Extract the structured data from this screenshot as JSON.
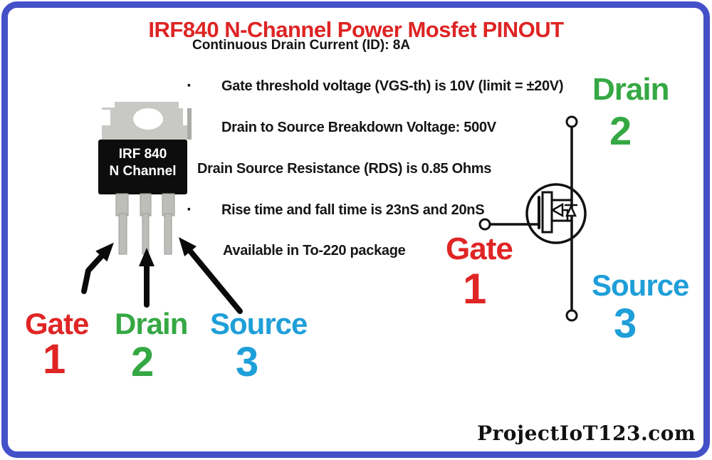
{
  "title": "IRF840 N-Channel Power Mosfet PINOUT",
  "subtitle": "Continuous Drain Current (ID): 8A",
  "specs": {
    "bullet": "·",
    "items": [
      "Gate threshold voltage (VGS-th) is 10V (limit = ±20V)",
      "Drain to Source Breakdown Voltage: 500V",
      "Drain Source Resistance (RDS) is 0.85 Ohms",
      "Rise time and fall time is 23nS and 20nS",
      "Available in To-220 package"
    ]
  },
  "package": {
    "type": "TO-220",
    "marking_line1": "IRF 840",
    "marking_line2": "N Channel"
  },
  "package_pins": [
    {
      "name": "Gate",
      "number": "1"
    },
    {
      "name": "Drain",
      "number": "2"
    },
    {
      "name": "Source",
      "number": "3"
    }
  ],
  "symbol_pins": {
    "drain": {
      "name": "Drain",
      "number": "2"
    },
    "gate": {
      "name": "Gate",
      "number": "1"
    },
    "source": {
      "name": "Source",
      "number": "3"
    }
  },
  "footer": {
    "site": "ProjectIoT123.com"
  },
  "colors": {
    "title_red": "#de2424",
    "gate_red": "#e02525",
    "drain_green": "#35a844",
    "source_blue": "#1f9fd8",
    "border_blue": "#4450c8",
    "body_black": "#0d0d0d",
    "metal_gray": "#c8c8c5"
  }
}
